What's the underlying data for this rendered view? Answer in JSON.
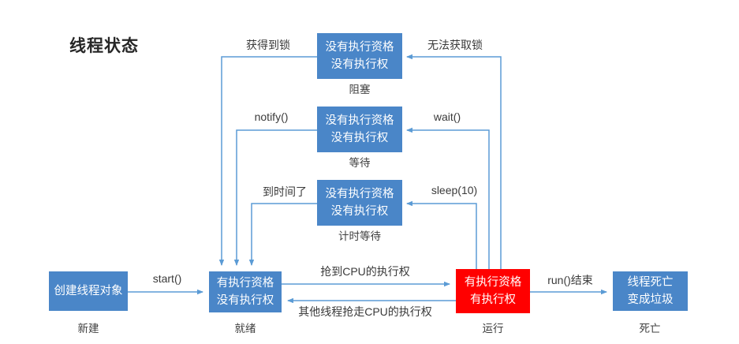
{
  "diagram": {
    "title": "线程状态",
    "accent_blue": "#4a86c8",
    "accent_red": "#ff0000",
    "line_color": "#5b9bd5",
    "nodes": [
      {
        "id": "blocked",
        "line1": "没有执行资格",
        "line2": "没有执行权",
        "caption": "阻塞",
        "color": "blue"
      },
      {
        "id": "waiting",
        "line1": "没有执行资格",
        "line2": "没有执行权",
        "caption": "等待",
        "color": "blue"
      },
      {
        "id": "timed-waiting",
        "line1": "没有执行资格",
        "line2": "没有执行权",
        "caption": "计时等待",
        "color": "blue"
      },
      {
        "id": "new",
        "line1": "创建线程对象",
        "line2": "",
        "caption": "新建",
        "color": "blue"
      },
      {
        "id": "ready",
        "line1": "有执行资格",
        "line2": "没有执行权",
        "caption": "就绪",
        "color": "blue"
      },
      {
        "id": "running",
        "line1": "有执行资格",
        "line2": "有执行权",
        "caption": "运行",
        "color": "red"
      },
      {
        "id": "dead",
        "line1": "线程死亡",
        "line2": "变成垃圾",
        "caption": "死亡",
        "color": "blue"
      }
    ],
    "edge_labels": [
      {
        "id": "got-lock",
        "text": "获得到锁"
      },
      {
        "id": "cannot-get-lock",
        "text": "无法获取锁"
      },
      {
        "id": "notify",
        "text": "notify()"
      },
      {
        "id": "wait",
        "text": "wait()"
      },
      {
        "id": "time-up",
        "text": "到时间了"
      },
      {
        "id": "sleep",
        "text": "sleep(10)"
      },
      {
        "id": "start",
        "text": "start()"
      },
      {
        "id": "got-cpu",
        "text": "抢到CPU的执行权"
      },
      {
        "id": "lost-cpu",
        "text": "其他线程抢走CPU的执行权"
      },
      {
        "id": "run-end",
        "text": "run()结束"
      }
    ]
  }
}
